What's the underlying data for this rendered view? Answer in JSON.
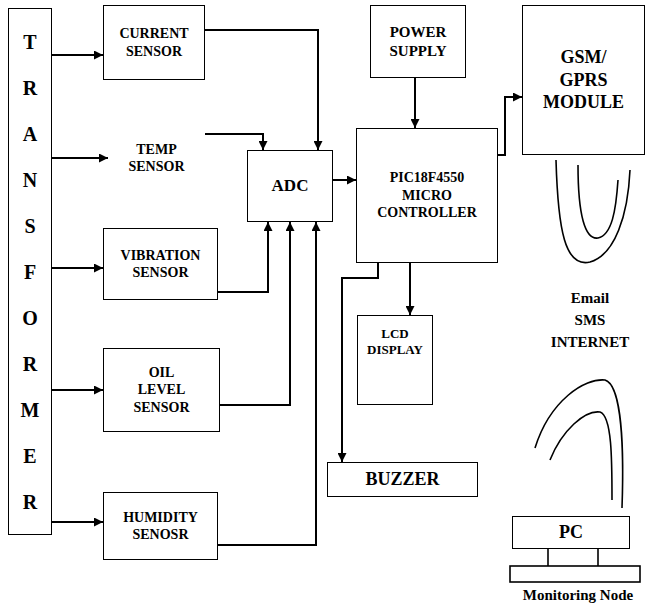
{
  "diagram": {
    "nodes": [
      {
        "text": [
          "TRANSFORMER"
        ]
      },
      {
        "text": [
          "CURRENT SENSOR"
        ]
      },
      {
        "text": [
          "TEMP SENSOR"
        ]
      },
      {
        "text": [
          "VIBRATION SENSOR"
        ]
      },
      {
        "text": [
          "OIL LEVEL SENSOR"
        ]
      },
      {
        "text": [
          "HUMIDITY SENOSR"
        ]
      },
      {
        "text": [
          "ADC"
        ]
      },
      {
        "text": [
          "POWER SUPPLY"
        ]
      },
      {
        "text": [
          "PIC18F4550 MICRO CONTROLLER"
        ]
      },
      {
        "text": [
          "GSM/ GPRS MODULE"
        ]
      },
      {
        "text": [
          "LCD DISPLAY"
        ]
      },
      {
        "text": [
          "BUZZER"
        ]
      },
      {
        "text": [
          "PC"
        ]
      }
    ],
    "edges": [
      {
        "from": 0,
        "to": 1,
        "arrow": "to"
      },
      {
        "from": 0,
        "to": 2,
        "arrow": "to"
      },
      {
        "from": 0,
        "to": 3,
        "arrow": "to"
      },
      {
        "from": 0,
        "to": 4,
        "arrow": "to"
      },
      {
        "from": 0,
        "to": 5,
        "arrow": "to"
      },
      {
        "from": 1,
        "to": 6,
        "arrow": "to"
      },
      {
        "from": 2,
        "to": 6,
        "arrow": "to"
      },
      {
        "from": 3,
        "to": 6,
        "arrow": "to"
      },
      {
        "from": 4,
        "to": 6,
        "arrow": "to"
      },
      {
        "from": 5,
        "to": 6,
        "arrow": "to"
      },
      {
        "from": 6,
        "to": 8,
        "arrow": "to"
      },
      {
        "from": 7,
        "to": 8,
        "arrow": "to"
      },
      {
        "from": 8,
        "to": 9,
        "arrow": "to"
      },
      {
        "from": 8,
        "to": 10,
        "arrow": "to"
      },
      {
        "from": 8,
        "to": 11,
        "arrow": "to"
      }
    ],
    "labels": [
      "Email",
      "SMS",
      "INTERNET",
      "Monitoring Node"
    ]
  }
}
